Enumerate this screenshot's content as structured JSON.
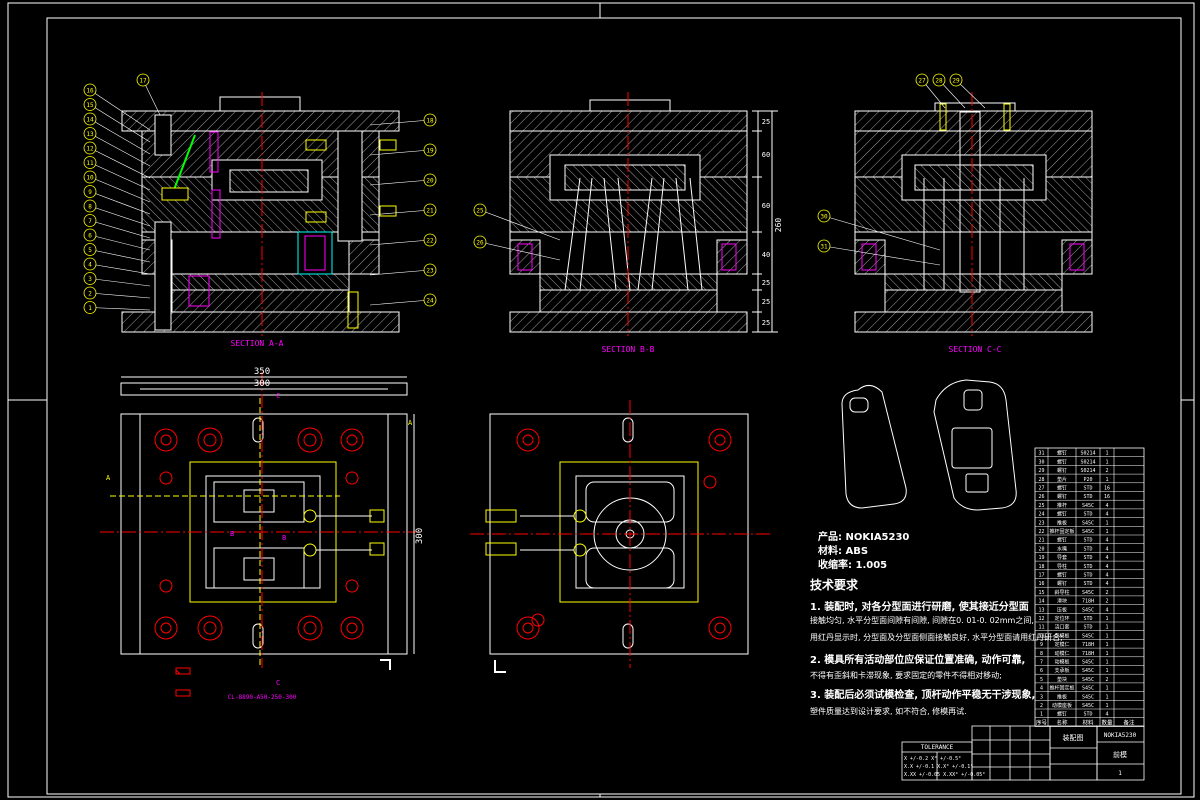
{
  "section_labels": {
    "a": "SECTION A-A",
    "b": "SECTION B-B",
    "c": "SECTION C-C"
  },
  "section_marks": [
    "A",
    "A",
    "B",
    "B",
    "C",
    "C"
  ],
  "dimensions": {
    "overall_width": "350",
    "inner_width": "300",
    "overall_height": "300",
    "plate_heights": [
      "25",
      "60",
      "60",
      "40",
      "25",
      "25",
      "25"
    ],
    "total_height": "260"
  },
  "balloons_left": [
    "16",
    "15",
    "14",
    "13",
    "12",
    "11",
    "10",
    "9",
    "8",
    "7",
    "6",
    "5",
    "4",
    "3",
    "2",
    "1"
  ],
  "balloons_a_right": [
    "18",
    "19",
    "20",
    "21",
    "22",
    "23",
    "24"
  ],
  "balloon_top_a": "17",
  "balloons_b": [
    "25",
    "26"
  ],
  "balloons_c_top": [
    "27",
    "28",
    "29"
  ],
  "balloons_c_left": [
    "30",
    "31"
  ],
  "part_code": "CL-8890-A50-250-300",
  "product": {
    "product_line": "产品: NOKIA5230",
    "material_line": "材料: ABS",
    "shrink_line": "收缩率: 1.005"
  },
  "tech_requirements": {
    "heading": "技术要求",
    "lines": [
      "1. 装配时, 对各分型面进行研磨, 使其接近分型面",
      "接触均匀, 水平分型面间隙有间隙, 间隙在0. 01-0. 02mm之间,",
      "用红丹显示时, 分型面及分型面侧面接触良好, 水平分型面请用红丹研合;",
      "2. 模具所有活动部位应保证位置准确, 动作可靠,",
      "不得有歪斜和卡滞现象, 要求固定的零件不得相对移动;",
      "3. 装配后必须试模检查, 顶杆动作平稳无干涉现象,",
      "塑件质量达到设计要求, 如不符合, 修模再试."
    ]
  },
  "bom_rows": [
    [
      "31",
      "螺钉",
      "S0214",
      "1"
    ],
    [
      "30",
      "螺钉",
      "S0214",
      "1"
    ],
    [
      "29",
      "螺钉",
      "S0214",
      "2"
    ],
    [
      "28",
      "垫片",
      "P20",
      "1"
    ],
    [
      "27",
      "螺钉",
      "STD",
      "16"
    ],
    [
      "26",
      "螺钉",
      "STD",
      "16"
    ],
    [
      "25",
      "推杆",
      "S45C",
      "4"
    ],
    [
      "24",
      "螺钉",
      "STD",
      "4"
    ],
    [
      "23",
      "推板",
      "S45C",
      "1"
    ],
    [
      "22",
      "推杆固定板",
      "S45C",
      "1"
    ],
    [
      "21",
      "螺钉",
      "STD",
      "4"
    ],
    [
      "20",
      "水嘴",
      "STD",
      "4"
    ],
    [
      "19",
      "导套",
      "STD",
      "4"
    ],
    [
      "18",
      "导柱",
      "STD",
      "4"
    ],
    [
      "17",
      "螺钉",
      "STD",
      "4"
    ],
    [
      "16",
      "螺钉",
      "STD",
      "4"
    ],
    [
      "15",
      "斜导柱",
      "S45C",
      "2"
    ],
    [
      "14",
      "滑块",
      "718H",
      "2"
    ],
    [
      "13",
      "压板",
      "S45C",
      "4"
    ],
    [
      "12",
      "定位环",
      "STD",
      "1"
    ],
    [
      "11",
      "浇口套",
      "STD",
      "1"
    ],
    [
      "10",
      "定模板",
      "S45C",
      "1"
    ],
    [
      "9",
      "定模仁",
      "718H",
      "1"
    ],
    [
      "8",
      "动模仁",
      "718H",
      "1"
    ],
    [
      "7",
      "动模板",
      "S45C",
      "1"
    ],
    [
      "6",
      "支承板",
      "S45C",
      "1"
    ],
    [
      "5",
      "垫块",
      "S45C",
      "2"
    ],
    [
      "4",
      "推杆固定板",
      "S45C",
      "1"
    ],
    [
      "3",
      "推板",
      "S45C",
      "1"
    ],
    [
      "2",
      "动模座板",
      "S45C",
      "1"
    ],
    [
      "1",
      "螺钉",
      "STD",
      "4"
    ]
  ],
  "bom_header": [
    "序号",
    "名称",
    "材料",
    "数量",
    "备注"
  ],
  "tolerance": {
    "title": "TOLERANCE",
    "rows": [
      "X  +/-0.2   X°   +/-0.5°",
      "X.X +/-0.1  X.X° +/-0.1°",
      "X.XX +/-0.05 X.XX° +/-0.05°"
    ]
  },
  "title_block": {
    "drawing_name": "装配图",
    "project": "NOKIA5230",
    "company": "前模",
    "sheet": "1"
  }
}
